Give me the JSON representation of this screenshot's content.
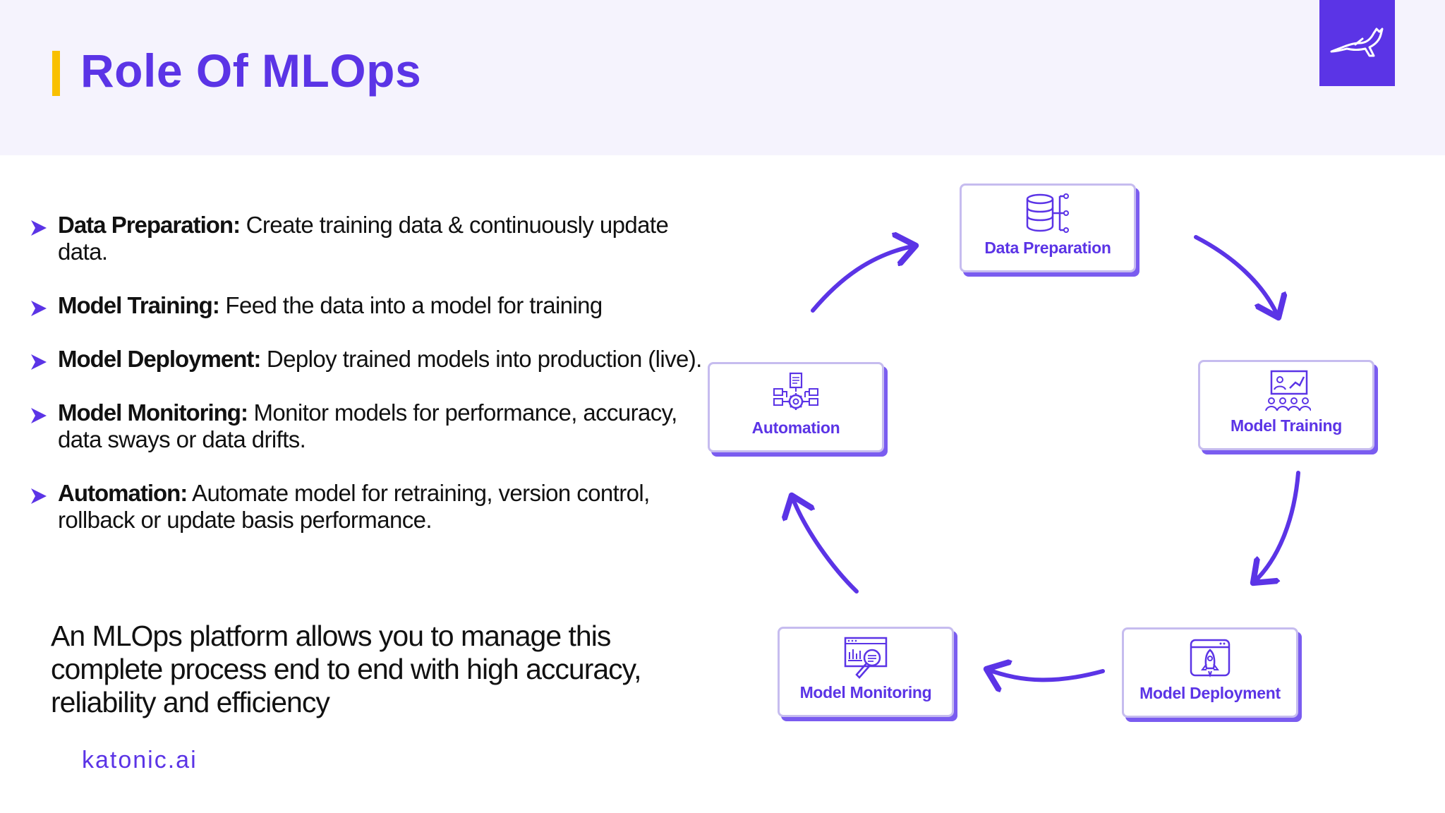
{
  "header": {
    "title": "Role Of MLOps",
    "logo_icon": "kangaroo-logo-icon",
    "accent_color": "#f9c000",
    "brand_color": "#5b34e6"
  },
  "bullets": [
    {
      "term": "Data Preparation:",
      "text": " Create training data & continuously update data."
    },
    {
      "term": "Model Training:",
      "text": " Feed the data into a model for training"
    },
    {
      "term": "Model Deployment:",
      "text": " Deploy trained models into production (live)."
    },
    {
      "term": "Model Monitoring:",
      "text": " Monitor models for performance, accuracy, data sways or data drifts."
    },
    {
      "term": "Automation:",
      "text": " Automate model for retraining, version control, rollback or update basis performance."
    }
  ],
  "summary": "An MLOps platform allows you to manage this complete process end to end with high accuracy, reliability and efficiency",
  "footer": {
    "brand": "katonic.ai"
  },
  "cycle": {
    "nodes": [
      {
        "label": "Data Preparation",
        "icon": "database-icon"
      },
      {
        "label": "Model Training",
        "icon": "training-presentation-icon"
      },
      {
        "label": "Model Deployment",
        "icon": "rocket-window-icon"
      },
      {
        "label": "Model Monitoring",
        "icon": "monitoring-magnifier-icon"
      },
      {
        "label": "Automation",
        "icon": "automation-gear-icon"
      }
    ],
    "arrow_color": "#5b34e6"
  }
}
